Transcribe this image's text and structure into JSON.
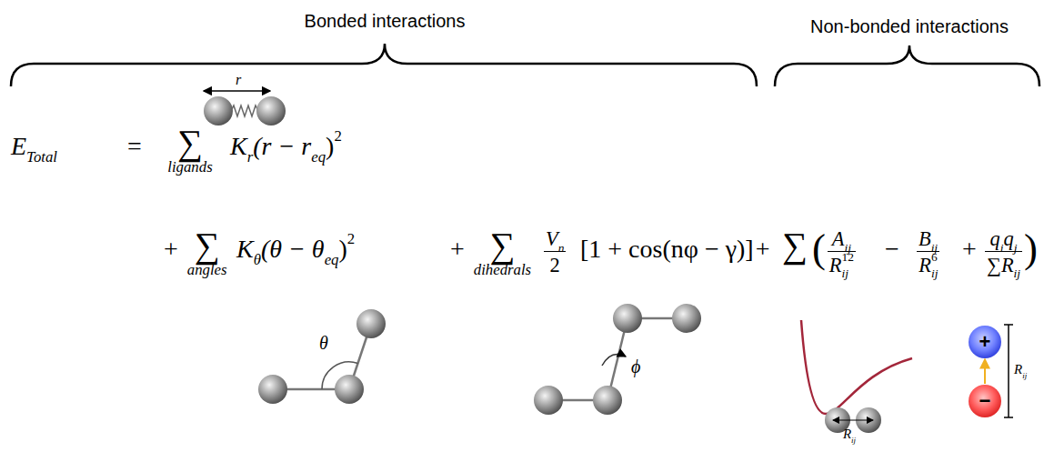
{
  "diagram": {
    "nodes": [
      {
        "text": [
          "+"
        ]
      },
      {
        "text": [
          "−"
        ]
      }
    ],
    "edges": [
      {
        "from": 1,
        "to": 0,
        "arrow": "to"
      }
    ],
    "labels": [
      "Bonded interactions",
      "Non-bonded interactions",
      "r",
      "E",
      "Total",
      "=",
      "∑",
      "ligands",
      "K",
      "r",
      "(r − r",
      "eq",
      ")",
      "2",
      "+",
      "∑",
      "angles",
      "K",
      "θ",
      "(θ − θ",
      "eq",
      ")",
      "2",
      "+",
      "∑",
      "dihedrals",
      "V",
      "n",
      "2",
      "[1 + cos(nφ − γ)]",
      "+",
      "∑",
      "(",
      "A",
      "ij",
      "R",
      "ij",
      "12",
      "−",
      "B",
      "ij",
      "R",
      "ij",
      "6",
      "+",
      "q",
      "i",
      "q",
      "j",
      "∑",
      "R",
      "ij",
      ")",
      "θ",
      "ϕ",
      "R",
      "ij",
      "R",
      "ij"
    ]
  }
}
